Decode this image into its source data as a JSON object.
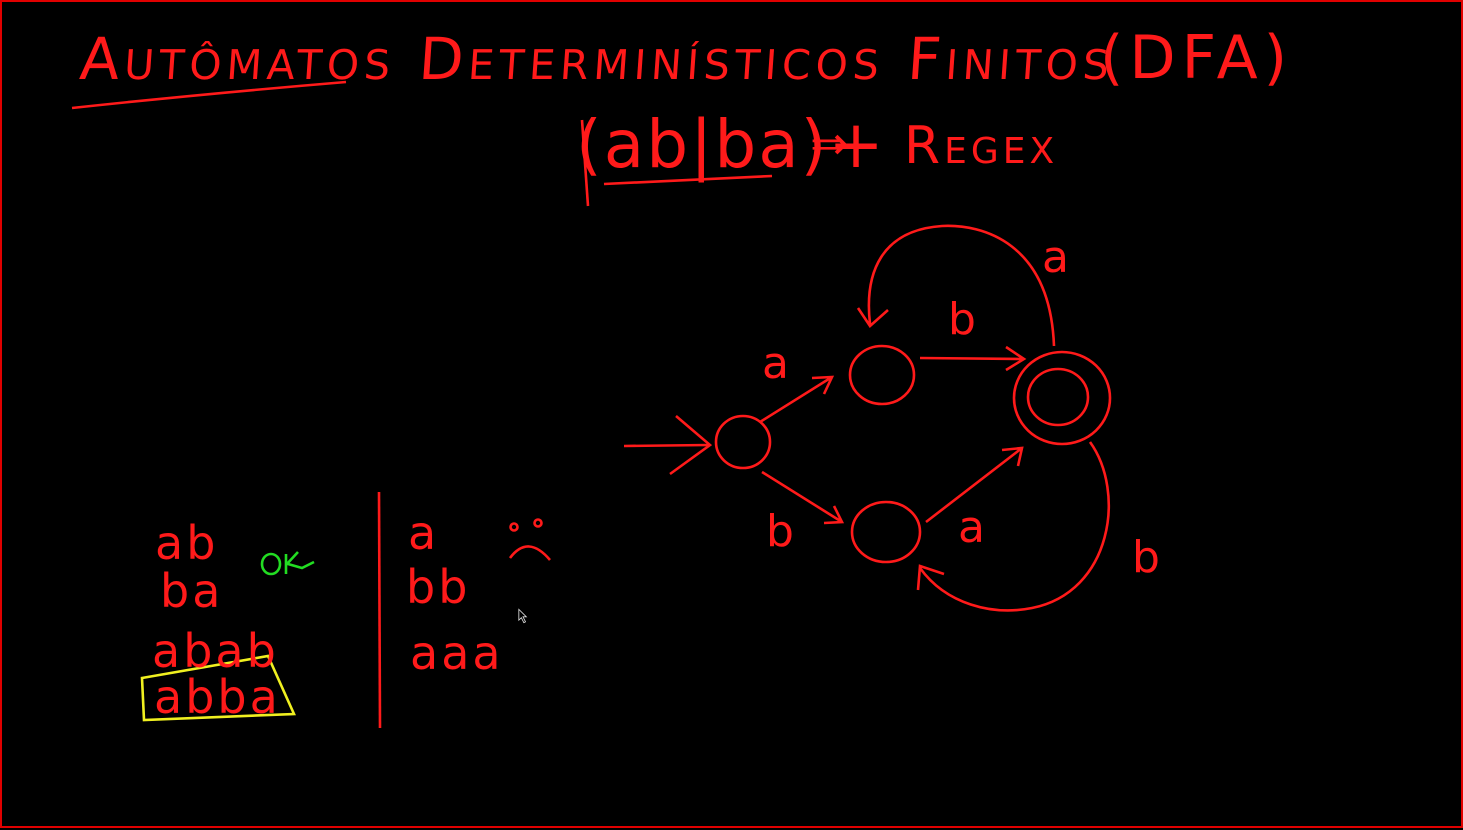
{
  "title": {
    "main": "Autômatos Determinísticos Finitos",
    "abbr": "(DFA)"
  },
  "regex": {
    "expression": "(ab|ba)+",
    "arrow": "⇒",
    "label": "Regex"
  },
  "accepted": {
    "words": [
      "ab",
      "ba",
      "abab",
      "abba"
    ],
    "status": "ok",
    "status_color": "#22dd22",
    "highlight_color": "#f0f020"
  },
  "rejected": {
    "words": [
      "a",
      "bb",
      "aaa"
    ],
    "face": "sad-face"
  },
  "dfa_diagram": {
    "states": [
      "start",
      "after-a",
      "after-b",
      "accept"
    ],
    "accepting": [
      "accept"
    ],
    "transitions": [
      {
        "from": "start",
        "to": "after-a",
        "label": "a"
      },
      {
        "from": "start",
        "to": "after-b",
        "label": "b"
      },
      {
        "from": "after-a",
        "to": "accept",
        "label": "b"
      },
      {
        "from": "after-b",
        "to": "accept",
        "label": "a"
      },
      {
        "from": "accept",
        "to": "after-a",
        "label": "a"
      },
      {
        "from": "accept",
        "to": "after-b",
        "label": "b"
      }
    ],
    "stroke_color": "#ff1a1a"
  },
  "board": {
    "background": "#000000",
    "border_color": "#e00000"
  }
}
